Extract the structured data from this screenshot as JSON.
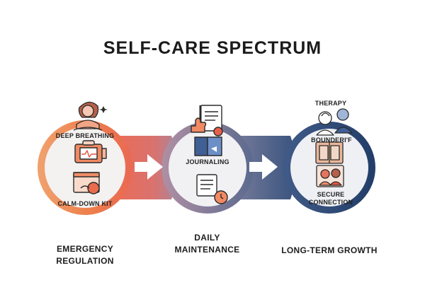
{
  "title": "SELF-CARE SPECTRUM",
  "stages": [
    {
      "label_line1": "EMERGENCY",
      "label_line2": "REGULATION",
      "color": "#ef7f4a",
      "items": [
        "DEEP BREATHING",
        "CALM-DOWN KIT"
      ],
      "icons": [
        "meditating-person-icon",
        "first-aid-kit-icon",
        "kit-box-icon"
      ]
    },
    {
      "label_line1": "DAILY",
      "label_line2": "MAINTENANCE",
      "color": "#8b8aa4",
      "items": [
        "JOURNALING"
      ],
      "icons": [
        "planner-thumbs-up-icon",
        "notebook-icon",
        "checklist-clock-icon"
      ]
    },
    {
      "label_line1": "LONG-TERM GROWTH",
      "label_line2": "",
      "color": "#2f4a78",
      "items": [
        "THERAPY",
        "BOUNDERI'F",
        "SECURE",
        "CONNECTION"
      ],
      "icons": [
        "therapy-people-icon",
        "boundaries-frame-icon",
        "family-connection-icon"
      ]
    }
  ]
}
